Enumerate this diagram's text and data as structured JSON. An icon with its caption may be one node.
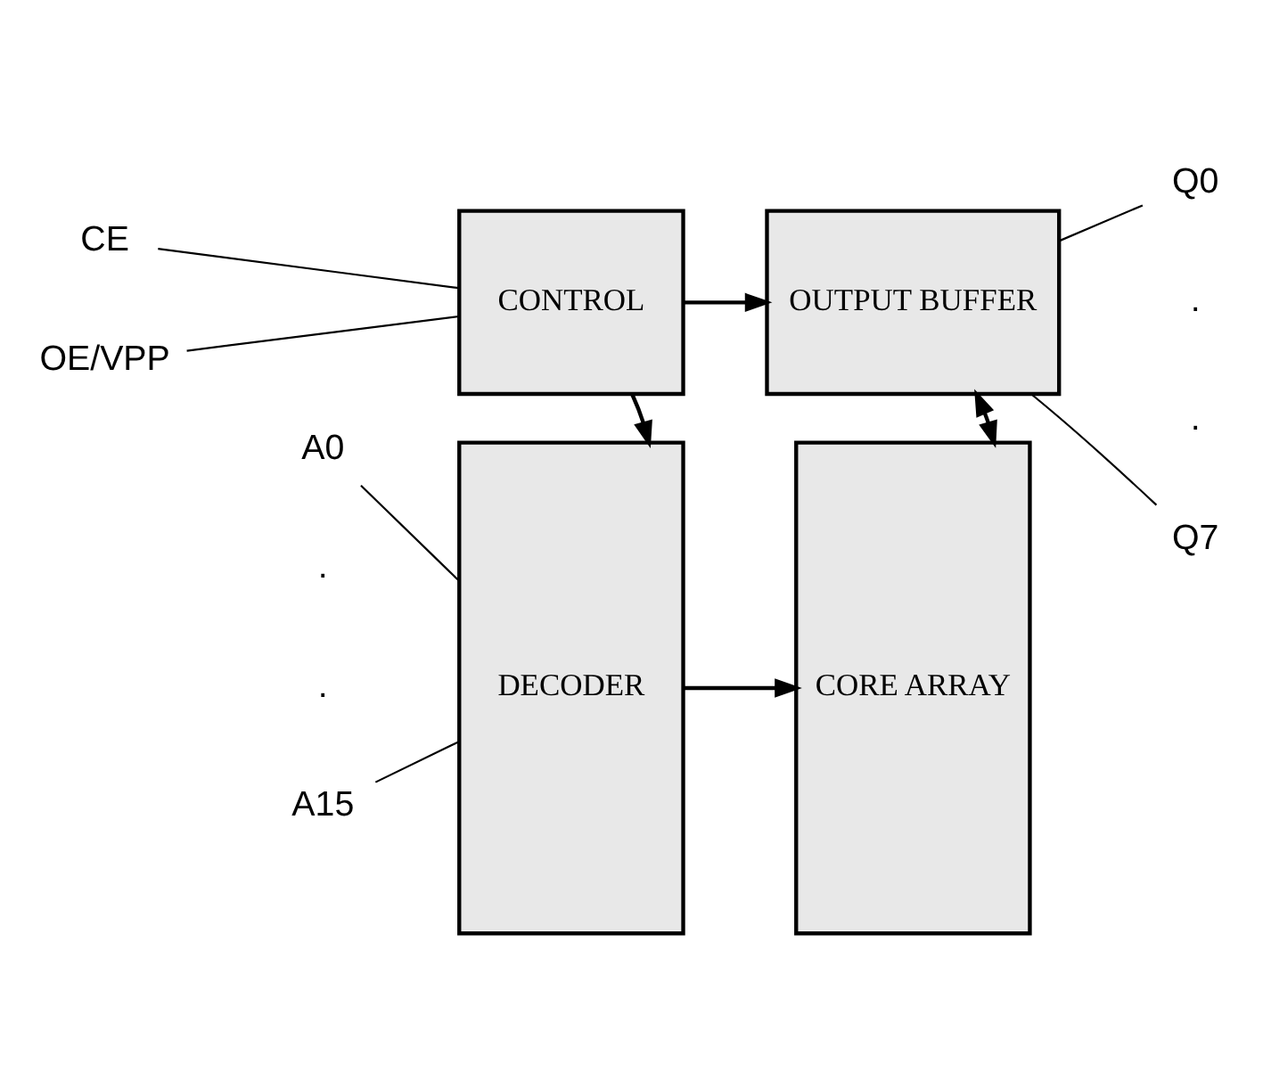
{
  "diagram": {
    "nodes": [
      {
        "text": [
          "CONTROL"
        ]
      },
      {
        "text": [
          "OUTPUT BUFFER"
        ]
      },
      {
        "text": [
          "DECODER"
        ]
      },
      {
        "text": [
          "CORE ARRAY"
        ]
      },
      {
        "text": [
          "CE"
        ]
      },
      {
        "text": [
          "OE/VPP"
        ]
      },
      {
        "text": [
          "A0"
        ]
      },
      {
        "text": [
          "A15"
        ]
      },
      {
        "text": [
          "Q0"
        ]
      },
      {
        "text": [
          "Q7"
        ]
      }
    ],
    "edges": [
      {
        "from": 0,
        "to": 1,
        "arrow": "to"
      },
      {
        "from": 0,
        "to": 2,
        "arrow": "to"
      },
      {
        "from": 1,
        "to": 3,
        "arrow": "both"
      },
      {
        "from": 2,
        "to": 3,
        "arrow": "to"
      },
      {
        "from": 4,
        "to": 0,
        "arrow": "none"
      },
      {
        "from": 5,
        "to": 0,
        "arrow": "none"
      },
      {
        "from": 6,
        "to": 2,
        "arrow": "none"
      },
      {
        "from": 7,
        "to": 2,
        "arrow": "none"
      },
      {
        "from": 1,
        "to": 8,
        "arrow": "none"
      },
      {
        "from": 1,
        "to": 9,
        "arrow": "none"
      }
    ],
    "labels": [
      ".",
      ".",
      ".",
      "."
    ]
  }
}
